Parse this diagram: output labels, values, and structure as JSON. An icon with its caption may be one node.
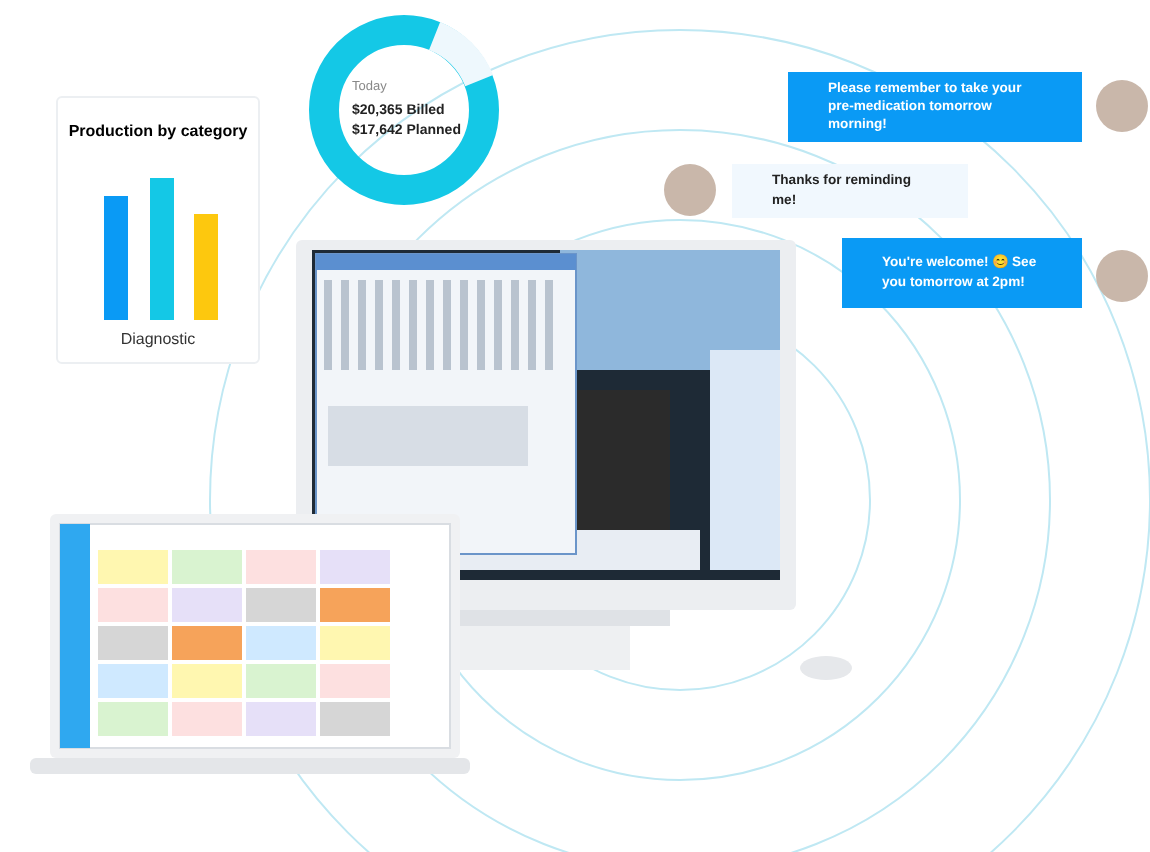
{
  "diagram": {
    "nodes": [
      {
        "text": [
          "Production by category",
          "Diagnostic"
        ]
      },
      {
        "text": [
          "Today",
          "$20,365 Billed",
          "$17,642 Planned"
        ]
      },
      {
        "text": [
          "Please remember to take your pre-medication tomorrow morning!"
        ]
      },
      {
        "text": [
          "Thanks for reminding me!"
        ]
      },
      {
        "text": [
          "You're welcome! 😊 See you tomorrow at 2pm!"
        ]
      }
    ],
    "edges": []
  }
}
